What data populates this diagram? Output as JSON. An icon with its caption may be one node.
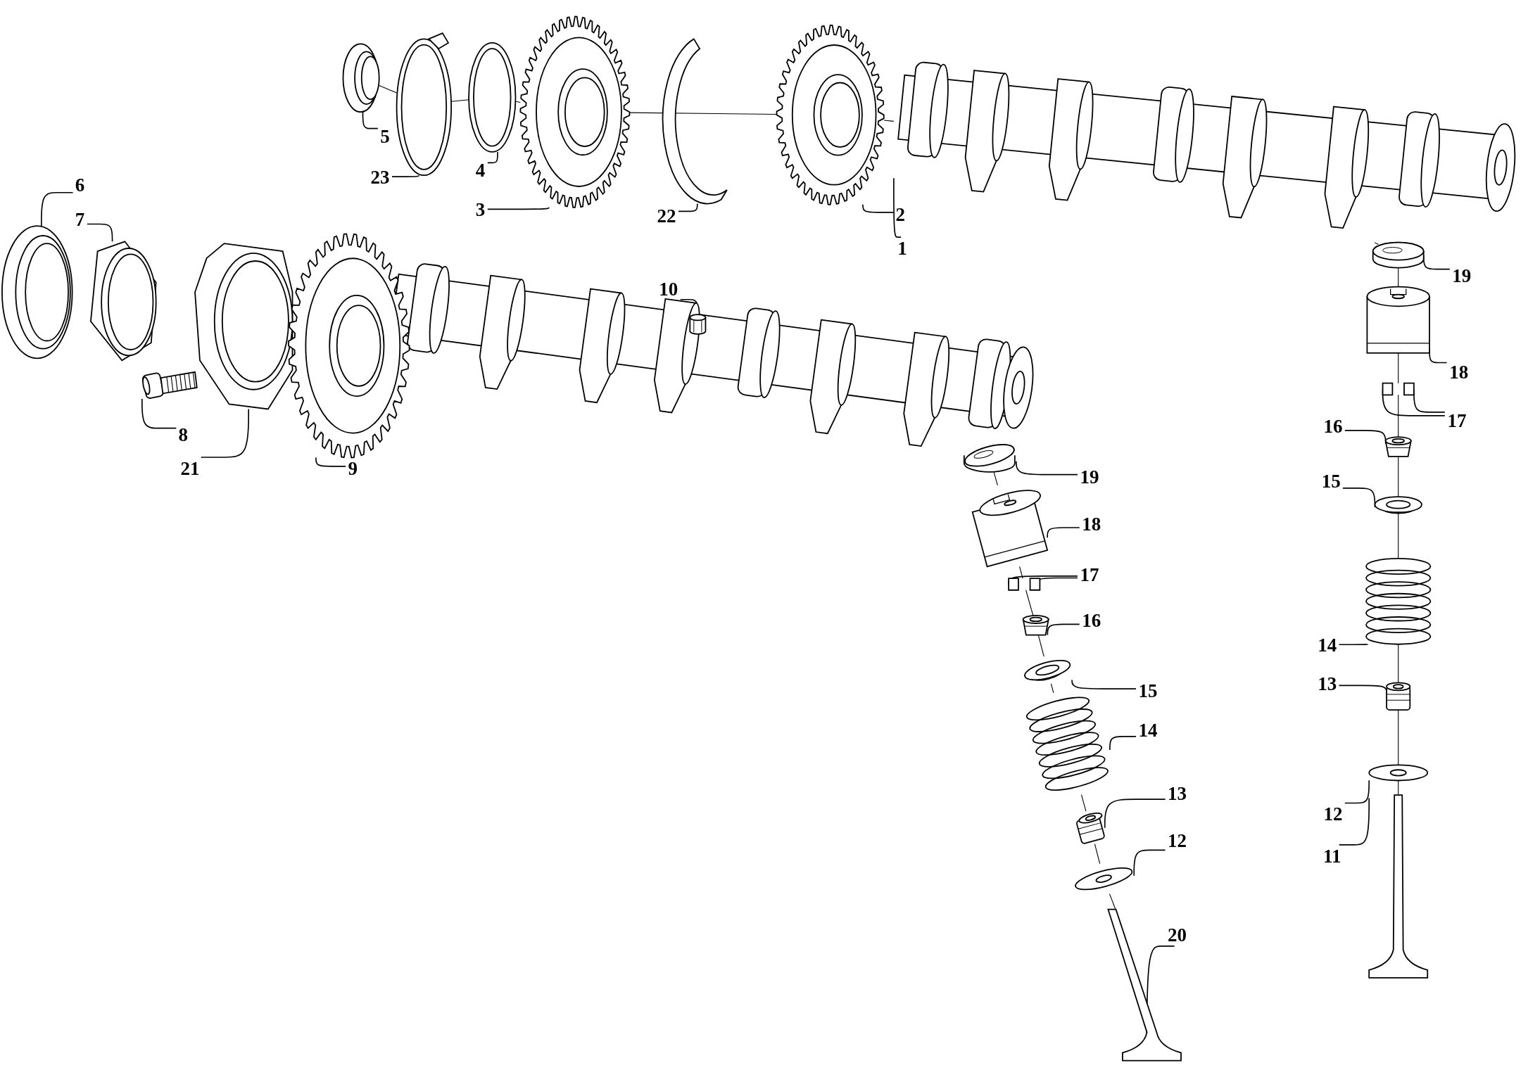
{
  "diagram": {
    "nodes": [
      {
        "text": [
          "5"
        ]
      },
      {
        "text": [
          "23"
        ]
      },
      {
        "text": [
          "4"
        ]
      },
      {
        "text": [
          "3"
        ]
      },
      {
        "text": [
          "22"
        ]
      },
      {
        "text": [
          "2"
        ]
      },
      {
        "text": [
          "1"
        ]
      },
      {
        "text": [
          "6"
        ]
      },
      {
        "text": [
          "7"
        ]
      },
      {
        "text": [
          "10"
        ]
      },
      {
        "text": [
          "19"
        ]
      },
      {
        "text": [
          "18"
        ]
      },
      {
        "text": [
          "17"
        ]
      },
      {
        "text": [
          "8"
        ]
      },
      {
        "text": [
          "16"
        ]
      },
      {
        "text": [
          "21"
        ]
      },
      {
        "text": [
          "9"
        ]
      },
      {
        "text": [
          "19"
        ]
      },
      {
        "text": [
          "15"
        ]
      },
      {
        "text": [
          "18"
        ]
      },
      {
        "text": [
          "17"
        ]
      },
      {
        "text": [
          "16"
        ]
      },
      {
        "text": [
          "14"
        ]
      },
      {
        "text": [
          "13"
        ]
      },
      {
        "text": [
          "15"
        ]
      },
      {
        "text": [
          "14"
        ]
      },
      {
        "text": [
          "13"
        ]
      },
      {
        "text": [
          "12"
        ]
      },
      {
        "text": [
          "12"
        ]
      },
      {
        "text": [
          "11"
        ]
      },
      {
        "text": [
          "20"
        ]
      },
      {
        "text": [],
        "shape": "picture"
      },
      {
        "text": [],
        "shape": "picture"
      },
      {
        "text": [],
        "shape": "picture"
      },
      {
        "text": [],
        "shape": "picture"
      },
      {
        "text": [],
        "shape": "picture"
      },
      {
        "text": [],
        "shape": "picture"
      },
      {
        "text": [],
        "shape": "picture"
      },
      {
        "text": [],
        "shape": "picture"
      },
      {
        "text": [],
        "shape": "picture"
      },
      {
        "text": [],
        "shape": "picture"
      },
      {
        "text": [],
        "shape": "picture"
      },
      {
        "text": [],
        "shape": "picture"
      },
      {
        "text": [],
        "shape": "picture"
      },
      {
        "text": [],
        "shape": "picture"
      },
      {
        "text": [],
        "shape": "picture"
      },
      {
        "text": [],
        "shape": "picture"
      },
      {
        "text": [],
        "shape": "picture"
      },
      {
        "text": [],
        "shape": "picture"
      },
      {
        "text": [],
        "shape": "picture"
      },
      {
        "text": [],
        "shape": "picture"
      },
      {
        "text": [],
        "shape": "picture"
      },
      {
        "text": [],
        "shape": "picture"
      },
      {
        "text": [],
        "shape": "picture"
      },
      {
        "text": [],
        "shape": "picture"
      },
      {
        "text": [],
        "shape": "picture"
      },
      {
        "text": [],
        "shape": "picture"
      },
      {
        "text": [],
        "shape": "picture"
      },
      {
        "text": [],
        "shape": "picture"
      },
      {
        "text": [],
        "shape": "picture"
      },
      {
        "text": [],
        "shape": "picture"
      },
      {
        "text": [],
        "shape": "picture"
      }
    ],
    "edges": [
      {
        "from": 0,
        "to": 31,
        "arrow": "none"
      },
      {
        "from": 1,
        "to": 32,
        "arrow": "none"
      },
      {
        "from": 2,
        "to": 33,
        "arrow": "none"
      },
      {
        "from": 3,
        "to": 34,
        "arrow": "none"
      },
      {
        "from": 4,
        "to": 35,
        "arrow": "none"
      },
      {
        "from": 5,
        "to": 36,
        "arrow": "none"
      },
      {
        "from": 6,
        "to": 37,
        "arrow": "none"
      },
      {
        "from": 7,
        "to": 38,
        "arrow": "none"
      },
      {
        "from": 8,
        "to": 39,
        "arrow": "none"
      },
      {
        "from": 9,
        "to": 43,
        "arrow": "none"
      },
      {
        "from": 10,
        "to": 44,
        "arrow": "none"
      },
      {
        "from": 11,
        "to": 45,
        "arrow": "none"
      },
      {
        "from": 12,
        "to": 46,
        "arrow": "none"
      },
      {
        "from": 12,
        "to": 46,
        "arrow": "none"
      },
      {
        "from": 13,
        "to": 41,
        "arrow": "none"
      },
      {
        "from": 14,
        "to": 47,
        "arrow": "none"
      },
      {
        "from": 15,
        "to": 40,
        "arrow": "none"
      },
      {
        "from": 16,
        "to": 42,
        "arrow": "none"
      },
      {
        "from": 17,
        "to": 53,
        "arrow": "none"
      },
      {
        "from": 18,
        "to": 48,
        "arrow": "none"
      },
      {
        "from": 19,
        "to": 54,
        "arrow": "none"
      },
      {
        "from": 20,
        "to": 55,
        "arrow": "none"
      },
      {
        "from": 20,
        "to": 55,
        "arrow": "none"
      },
      {
        "from": 21,
        "to": 56,
        "arrow": "none"
      },
      {
        "from": 22,
        "to": 49,
        "arrow": "none"
      },
      {
        "from": 23,
        "to": 50,
        "arrow": "none"
      },
      {
        "from": 24,
        "to": 57,
        "arrow": "none"
      },
      {
        "from": 25,
        "to": 58,
        "arrow": "none"
      },
      {
        "from": 26,
        "to": 59,
        "arrow": "none"
      },
      {
        "from": 27,
        "to": 51,
        "arrow": "none"
      },
      {
        "from": 28,
        "to": 60,
        "arrow": "none"
      },
      {
        "from": 29,
        "to": 52,
        "arrow": "none"
      },
      {
        "from": 30,
        "to": 61,
        "arrow": "none"
      },
      {
        "from": 31,
        "to": 32,
        "arrow": "none"
      },
      {
        "from": 32,
        "to": 33,
        "arrow": "none"
      },
      {
        "from": 33,
        "to": 34,
        "arrow": "none"
      },
      {
        "from": 34,
        "to": 36,
        "arrow": "none"
      },
      {
        "from": 36,
        "to": 37,
        "arrow": "none"
      },
      {
        "from": 37,
        "to": 44,
        "arrow": "none"
      },
      {
        "from": 44,
        "to": 45,
        "arrow": "none"
      },
      {
        "from": 45,
        "to": 46,
        "arrow": "none"
      },
      {
        "from": 46,
        "to": 47,
        "arrow": "none"
      },
      {
        "from": 47,
        "to": 48,
        "arrow": "none"
      },
      {
        "from": 48,
        "to": 49,
        "arrow": "none"
      },
      {
        "from": 49,
        "to": 50,
        "arrow": "none"
      },
      {
        "from": 50,
        "to": 51,
        "arrow": "none"
      },
      {
        "from": 51,
        "to": 52,
        "arrow": "none"
      },
      {
        "from": 53,
        "to": 54,
        "arrow": "none"
      },
      {
        "from": 54,
        "to": 55,
        "arrow": "none"
      },
      {
        "from": 55,
        "to": 56,
        "arrow": "none"
      },
      {
        "from": 56,
        "to": 57,
        "arrow": "none"
      },
      {
        "from": 57,
        "to": 58,
        "arrow": "none"
      },
      {
        "from": 58,
        "to": 59,
        "arrow": "none"
      },
      {
        "from": 59,
        "to": 60,
        "arrow": "none"
      },
      {
        "from": 60,
        "to": 61,
        "arrow": "none"
      }
    ]
  }
}
